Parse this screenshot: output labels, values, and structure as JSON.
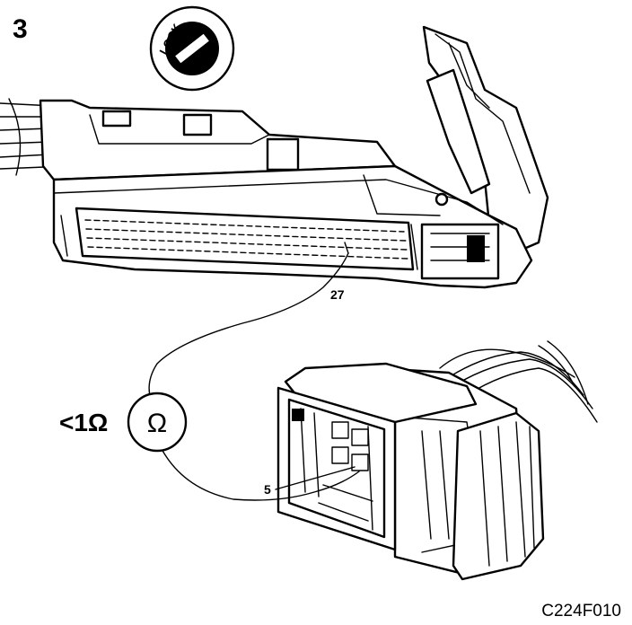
{
  "figure": {
    "step_number": "3",
    "figure_code": "C224F010",
    "lock_label": "LOCK",
    "pin_top": "27",
    "pin_bottom": "5",
    "resistance_spec": "<1Ω",
    "ohmmeter_symbol": "Ω"
  }
}
